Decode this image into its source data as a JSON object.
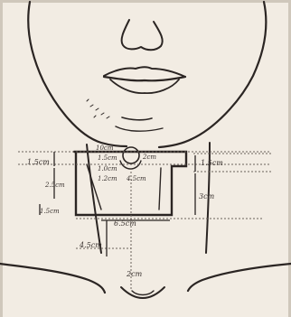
{
  "figure": {
    "background_color": "#f2ece3",
    "ink_color": "#2b2523",
    "label_color": "#3a3330",
    "measurement_labels": [
      "1.5cm",
      "10cm",
      "1.5cm",
      "1.0cm",
      "1.2cm",
      "2cm",
      "4.5cm",
      "2.5cm",
      "1.5cm",
      "3cm",
      "1.5cm",
      "6.5cm",
      "4.5cm",
      "2cm"
    ]
  }
}
